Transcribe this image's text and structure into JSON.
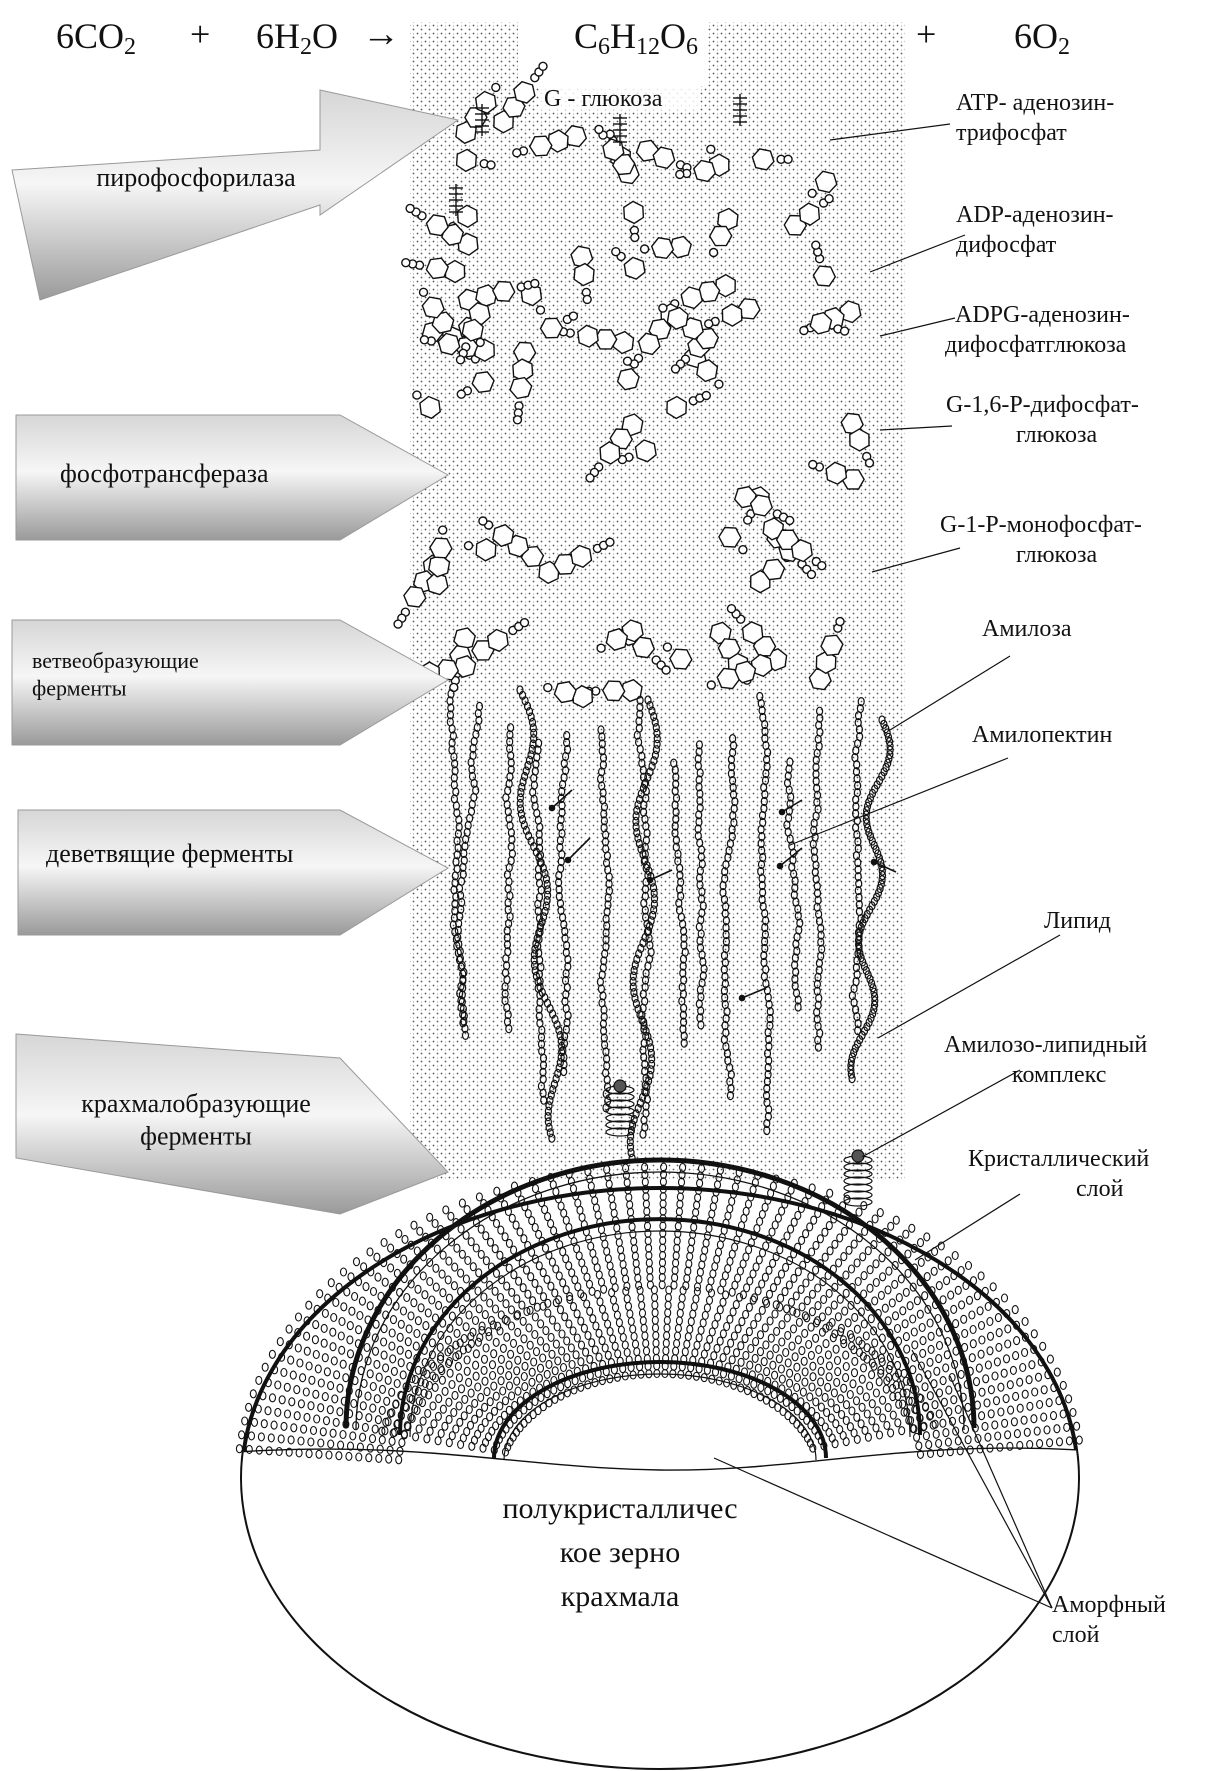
{
  "equation": {
    "reactant1": "6CO",
    "reactant1_sub": "2",
    "plus1": "+",
    "reactant2": "6H",
    "reactant2_sub": "2",
    "reactant2_tail": "O",
    "arrow": "→",
    "product_c": "C",
    "product_c_sub": "6",
    "product_h": "H",
    "product_h_sub": "12",
    "product_o": "O",
    "product_o_sub": "6",
    "plus2": "+",
    "product2": "6O",
    "product2_sub": "2"
  },
  "glucose_label": "G - глюкоза",
  "enzymes": [
    {
      "label_lines": [
        "пирофосфорилаза"
      ],
      "shape": "wedge"
    },
    {
      "label_lines": [
        "фосфотрансфераза"
      ],
      "shape": "pentagon"
    },
    {
      "label_lines": [
        "ветвеобразующие",
        "ферменты"
      ],
      "shape": "pentagon"
    },
    {
      "label_lines": [
        "деветвящие ферменты"
      ],
      "shape": "pentagon"
    },
    {
      "label_lines": [
        "крахмалобразующие",
        "ферменты"
      ],
      "shape": "wedge"
    }
  ],
  "right_labels": [
    {
      "lines": [
        "ATP- аденозин-",
        "трифосфат"
      ]
    },
    {
      "lines": [
        "ADP-аденозин-",
        "дифосфат"
      ]
    },
    {
      "lines": [
        "ADPG-аденозин-",
        "дифосфатглюкоза"
      ]
    },
    {
      "lines": [
        "G-1,6-P-дифосфат-",
        "глюкоза"
      ]
    },
    {
      "lines": [
        "G-1-P-монофосфат-",
        "глюкоза"
      ]
    },
    {
      "lines": [
        "Амилоза"
      ]
    },
    {
      "lines": [
        "Амилопектин"
      ]
    },
    {
      "lines": [
        "Липид"
      ]
    },
    {
      "lines": [
        "Амилозо-липидный",
        "комплекс"
      ]
    },
    {
      "lines": [
        "Кристаллический",
        "слой"
      ]
    },
    {
      "lines": [
        "Аморфный",
        "слой"
      ]
    }
  ],
  "grain_label_lines": [
    "полукристалличес",
    "кое зерно",
    "крахмала"
  ],
  "colors": {
    "ink": "#111111",
    "stipple": "#555555",
    "arrow_light": "#f4f4f4",
    "arrow_dark": "#9a9a9a"
  }
}
